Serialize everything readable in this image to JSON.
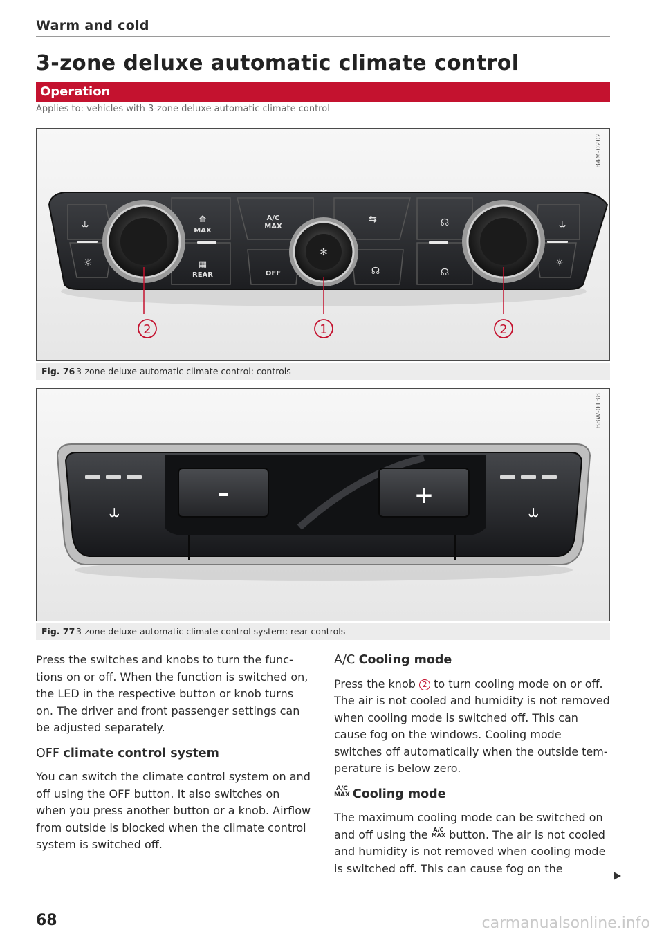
{
  "header": {
    "section": "Warm and cold"
  },
  "title": "3-zone deluxe automatic climate control",
  "banner": {
    "label": "Operation"
  },
  "applies_to": "Applies to: vehicles with 3-zone deluxe automatic climate control",
  "figure1": {
    "code": "B4M-0202",
    "caption_label": "Fig. 76",
    "caption_text": "3-zone deluxe automatic climate control: controls",
    "labels": {
      "ac_max": "A/C\nMAX",
      "max": "MAX",
      "rear": "REAR",
      "off": "OFF",
      "callout_left": "2",
      "callout_center": "1",
      "callout_right": "2"
    }
  },
  "figure2": {
    "code": "B8W-0138",
    "caption_label": "Fig. 77",
    "caption_text": "3-zone deluxe automatic climate control system: rear controls",
    "labels": {
      "minus": "–",
      "plus": "+"
    }
  },
  "left": {
    "intro": "Press the switches and knobs to turn the func-tions on or off. When the function is switched on, the LED in the respective button or knob turns on. The driver and front passenger settings can be adjusted separately.",
    "h_off_prefix": "OFF",
    "h_off_bold": "climate control system",
    "off_text": "You can switch the climate control system on and off using the OFF button. It also switches on when you press another button or a knob. Airflow from outside is blocked when the climate control system is switched off."
  },
  "right": {
    "h_ac_prefix": "A/C",
    "h_ac_bold": "Cooling mode",
    "ac_text_1": "Press the knob",
    "ac_ref": "2",
    "ac_text_2": "to turn cooling mode on or off. The air is not cooled and humidity is not removed when cooling mode is switched off. This can cause fog on the windows. Cooling mode switches off automatically when the outside tem-perature is below zero.",
    "h_max_icon_top": "A/C",
    "h_max_icon_bottom": "MAX",
    "h_max_bold": "Cooling mode",
    "max_text_1": "The maximum cooling mode can be switched on and off using the",
    "max_icon_top": "A/C",
    "max_icon_bottom": "MAX",
    "max_text_2": "button. The air is not cooled and humidity is not removed when cooling mode is switched off. This can cause fog on the"
  },
  "footer": {
    "page_number": "68",
    "watermark": "carmanualsonline.info"
  }
}
